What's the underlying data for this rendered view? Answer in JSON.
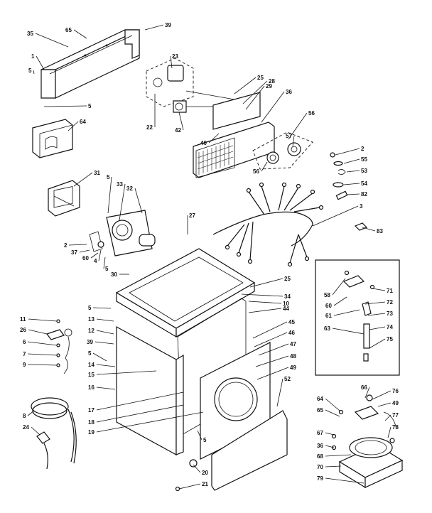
{
  "callouts": [
    "35",
    "65",
    "39",
    "1",
    "5",
    "5",
    "64",
    "23",
    "22",
    "42",
    "25",
    "28",
    "29",
    "36",
    "40",
    "56",
    "57",
    "56",
    "2",
    "55",
    "53",
    "54",
    "82",
    "3",
    "83",
    "31",
    "5",
    "33",
    "32",
    "27",
    "2",
    "37",
    "60",
    "4",
    "5",
    "30",
    "25",
    "34",
    "10",
    "44",
    "45",
    "46",
    "47",
    "48",
    "49",
    "52",
    "5",
    "11",
    "26",
    "6",
    "7",
    "9",
    "13",
    "12",
    "39",
    "5",
    "14",
    "15",
    "16",
    "17",
    "18",
    "19",
    "5",
    "8",
    "24",
    "20",
    "21",
    "58",
    "71",
    "60",
    "72",
    "61",
    "73",
    "63",
    "74",
    "75",
    "66",
    "76",
    "64",
    "49",
    "65",
    "77",
    "67",
    "78",
    "36",
    "68",
    "70",
    "79"
  ]
}
